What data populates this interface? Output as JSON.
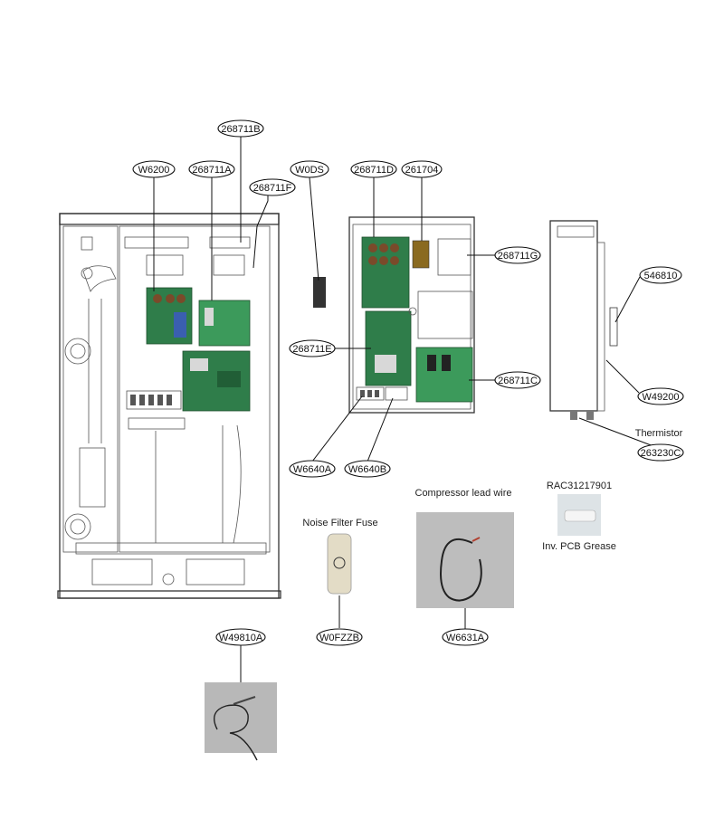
{
  "labels": {
    "w6200": "W6200",
    "b268711b": "268711B",
    "b268711a": "268711A",
    "b268711f": "268711F",
    "w0ds": "W0DS",
    "b268711d": "268711D",
    "b261704": "261704",
    "b268711g": "268711G",
    "b546810": "546810",
    "b268711e": "268711E",
    "b268711c": "268711C",
    "w49200": "W49200",
    "b263230c": "263230C",
    "w6640a": "W6640A",
    "w6640b": "W6640B",
    "w0fzzb": "W0FZZB",
    "w6631a": "W6631A",
    "w49810a": "W49810A"
  },
  "captions": {
    "thermistor": "Thermistor",
    "compressor_lead_wire": "Compressor lead wire",
    "noise_filter_fuse": "Noise Filter Fuse",
    "rac_part": "RAC31217901",
    "inv_pcb_grease": "Inv. PCB Grease"
  },
  "colors": {
    "pcb_green": "#2f7d4a",
    "line": "#111111",
    "photo_bg": "#b9b9b9"
  }
}
